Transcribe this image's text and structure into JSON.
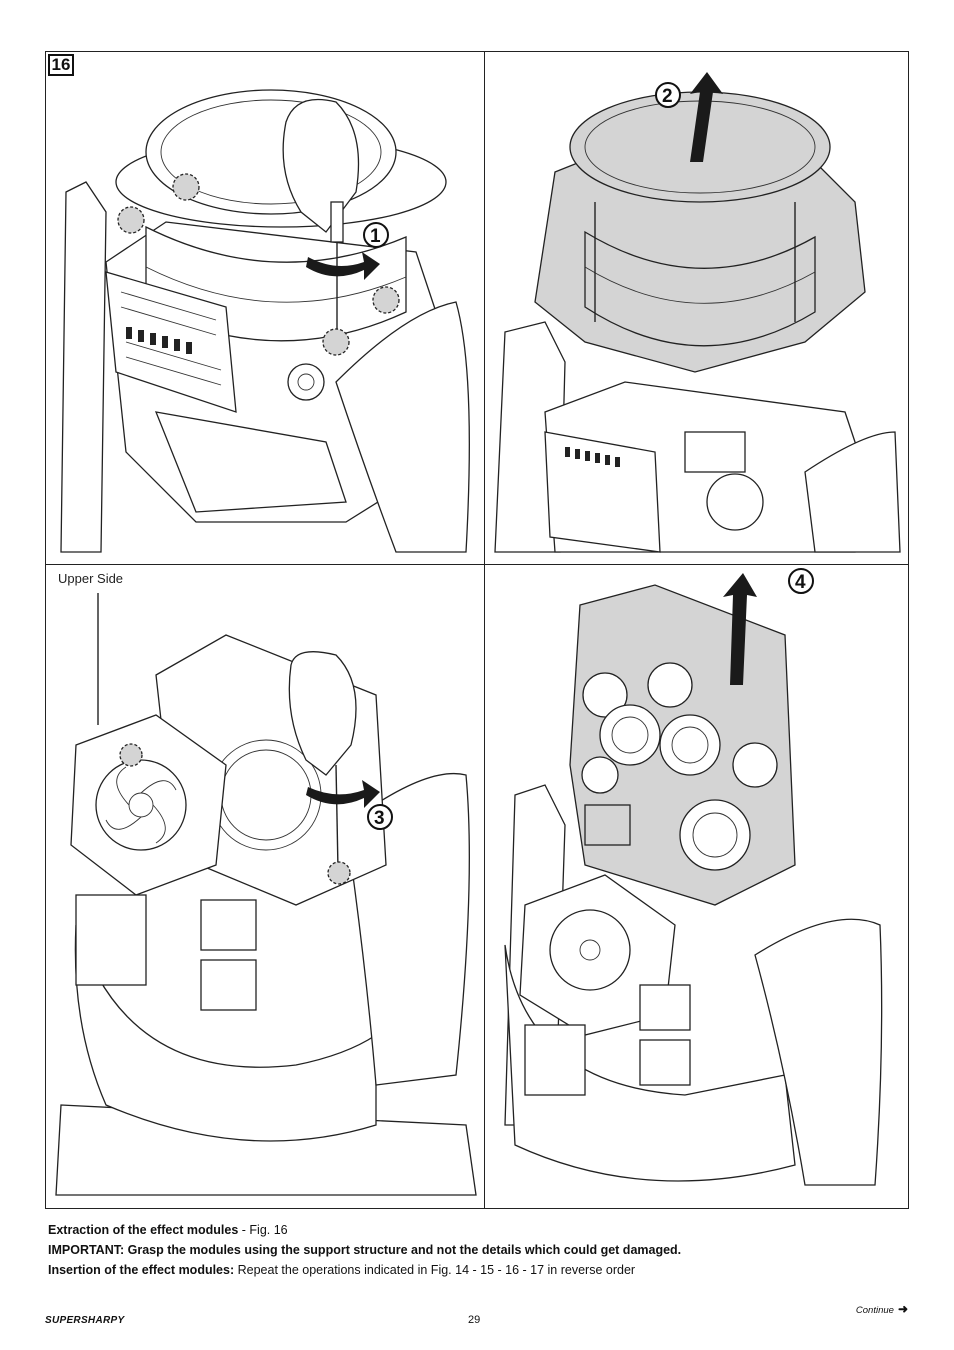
{
  "figure": {
    "number": "16",
    "steps": [
      "1",
      "2",
      "3",
      "4"
    ],
    "upper_side_label": "Upper Side"
  },
  "caption": {
    "line1_bold": "Extraction of the effect modules",
    "line1_rest": " - Fig. 16",
    "line2_bold": "IMPORTANT: Grasp the modules using the support structure and not the details which could get damaged.",
    "line3_bold": "Insertion of the effect modules:",
    "line3_rest": " Repeat the operations indicated in Fig. 14 - 15 - 16 - 17 in reverse order"
  },
  "footer": {
    "brand": "SUPERSHARPY",
    "page_number": "29",
    "continue_label": "Continue",
    "continue_icon": "arrow-right-icon"
  }
}
